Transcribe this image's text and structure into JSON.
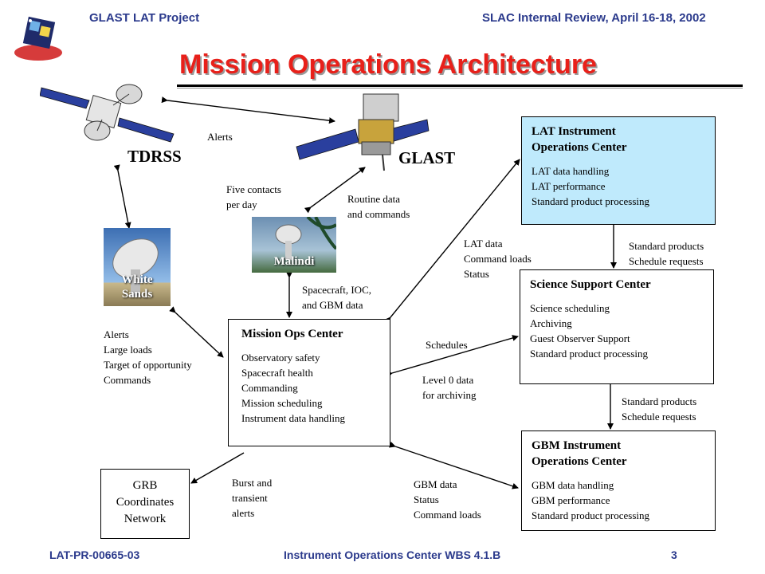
{
  "header": {
    "left": "GLAST LAT Project",
    "right": "SLAC Internal Review, April 16-18, 2002"
  },
  "title": "Mission Operations Architecture",
  "spacecraft": {
    "tdrss": "TDRSS",
    "glast": "GLAST"
  },
  "ground_stations": {
    "white_sands": "White\nSands",
    "malindi": "Malindi"
  },
  "flows": {
    "alerts_top": "Alerts",
    "five_contacts": "Five contacts\nper day",
    "routine_data": "Routine data\nand commands",
    "lat_data": "LAT data\nCommand loads\nStatus",
    "spacecraft_ioc": "Spacecraft, IOC,\nand GBM data",
    "ws_alerts": "Alerts\nLarge loads\nTarget of opportunity\nCommands",
    "schedules": "Schedules",
    "level0": "Level 0 data\n for archiving",
    "std_products_1": "Standard products\nSchedule requests",
    "std_products_2": "Standard products\nSchedule requests",
    "burst": "Burst and\ntransient\nalerts",
    "gbm_data": "GBM data\nStatus\nCommand loads"
  },
  "boxes": {
    "lat_ioc": {
      "title": "LAT Instrument\nOperations Center",
      "items": [
        "LAT data handling",
        "LAT performance",
        "Standard product processing"
      ],
      "fill": "#bfeafc"
    },
    "ssc": {
      "title": "Science Support Center",
      "items": [
        "Science scheduling",
        "Archiving",
        "Guest Observer Support",
        "Standard product processing"
      ]
    },
    "moc": {
      "title": "Mission Ops Center",
      "items": [
        "Observatory safety",
        "Spacecraft health",
        "Commanding",
        "Mission scheduling",
        "Instrument data handling"
      ]
    },
    "gbm_ioc": {
      "title": "GBM Instrument\nOperations Center",
      "items": [
        "GBM data handling",
        "GBM performance",
        "Standard product processing"
      ]
    },
    "grb": {
      "title": "GRB\nCoordinates\nNetwork"
    }
  },
  "footer": {
    "left": "LAT-PR-00665-03",
    "center": "Instrument Operations Center WBS 4.1.B",
    "right": "3"
  },
  "colors": {
    "header_text": "#2b3a8c",
    "title_red": "#e8201a",
    "lat_box_fill": "#bfeafc"
  }
}
